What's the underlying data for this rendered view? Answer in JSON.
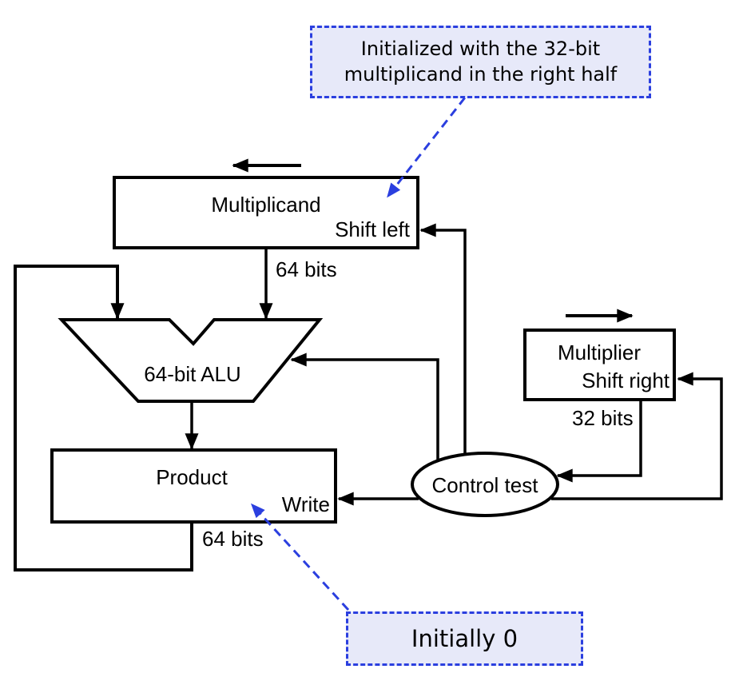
{
  "colors": {
    "accent_blue": "#2b3fdf",
    "callout_background": "#e7e9f9",
    "diagram_line": "#000000",
    "box_fill": "#ffffff"
  },
  "callouts": {
    "initialized": {
      "line1": "Initialized with the 32-bit",
      "line2": "multiplicand in the right half"
    },
    "initially_zero": {
      "text": "Initially 0"
    }
  },
  "blocks": {
    "multiplicand": {
      "label": "Multiplicand",
      "control": "Shift left",
      "bus": "64 bits",
      "shift_direction": "left"
    },
    "multiplier": {
      "label": "Multiplier",
      "control": "Shift right",
      "bus": "32 bits",
      "shift_direction": "right"
    },
    "product": {
      "label": "Product",
      "control": "Write",
      "bus": "64 bits"
    },
    "alu": {
      "label": "64-bit ALU"
    },
    "control_unit": {
      "label": "Control test"
    }
  }
}
